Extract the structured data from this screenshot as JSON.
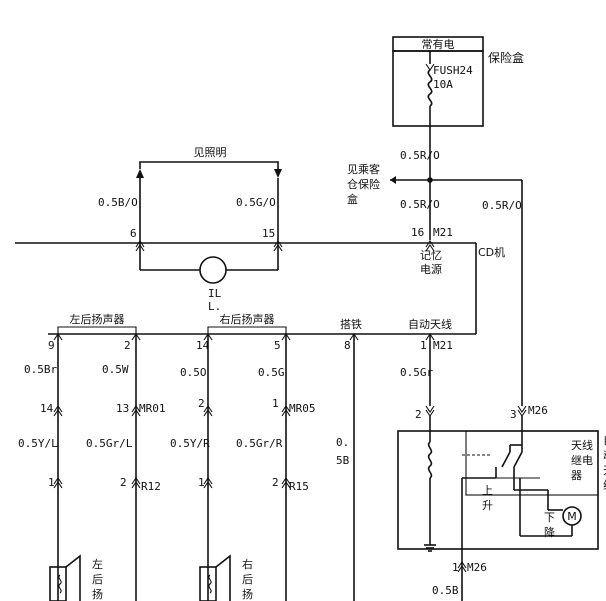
{
  "fuse_box": {
    "top_label": "常有电",
    "title": "保险盒",
    "fuse_name": "FUSH24",
    "fuse_rating": "10A"
  },
  "lighting": {
    "ref": "见照明",
    "wire_left": "0.5B/O",
    "wire_right": "0.5G/O",
    "pin_left": "6",
    "pin_right": "15",
    "illum_label_1": "IL",
    "illum_label_2": "L."
  },
  "passenger_fuse_ref": [
    "见乘客",
    "仓保险",
    "盒"
  ],
  "wires": {
    "r_o_upper": "0.5R/O",
    "r_o_lower": "0.5R/O",
    "r_o_right": "0.5R/O",
    "br": "0.5Br",
    "w": "0.5W",
    "o": "0.5O",
    "g": "0.5G",
    "gr": "0.5Gr",
    "y_l": "0.5Y/L",
    "gr_l": "0.5Gr/L",
    "y_r": "0.5Y/R",
    "gr_r": "0.5Gr/R",
    "b_1": "0.",
    "b_2": "5B",
    "b_bottom": "0.5B"
  },
  "cd_unit": {
    "name": "CD机",
    "memory_power": [
      "记忆",
      "电源"
    ],
    "pin_memory": "16",
    "conn_memory": "M21",
    "left_rear_speaker": "左后扬声器",
    "right_rear_speaker": "右后扬声器",
    "ground": "搭铁",
    "auto_antenna": "自动天线",
    "pins": [
      "9",
      "2",
      "14",
      "5",
      "8",
      "1"
    ],
    "conn_antenna": "M21"
  },
  "connectors": {
    "pin_14": "14",
    "pin_13": "13",
    "mr01": "MR01",
    "pin_2a": "2",
    "pin_1a": "1",
    "mr05": "MR05",
    "pin_1b": "1",
    "pin_2b": "2",
    "r12": "R12",
    "pin_1c": "1",
    "pin_2c": "2",
    "r15": "R15",
    "pin_2d": "2",
    "pin_3d": "3",
    "m26": "M26",
    "pin_1e": "1",
    "m26_bottom": "M26"
  },
  "antenna_module": {
    "relay": [
      "天线",
      "继电",
      "器"
    ],
    "up": [
      "上",
      "升"
    ],
    "down": [
      "下",
      "降"
    ],
    "motor": "M",
    "edge_text": [
      "自",
      "动",
      "天",
      "线"
    ]
  },
  "speakers": {
    "left": [
      "左",
      "后",
      "扬"
    ],
    "right": [
      "右",
      "后",
      "扬"
    ]
  }
}
